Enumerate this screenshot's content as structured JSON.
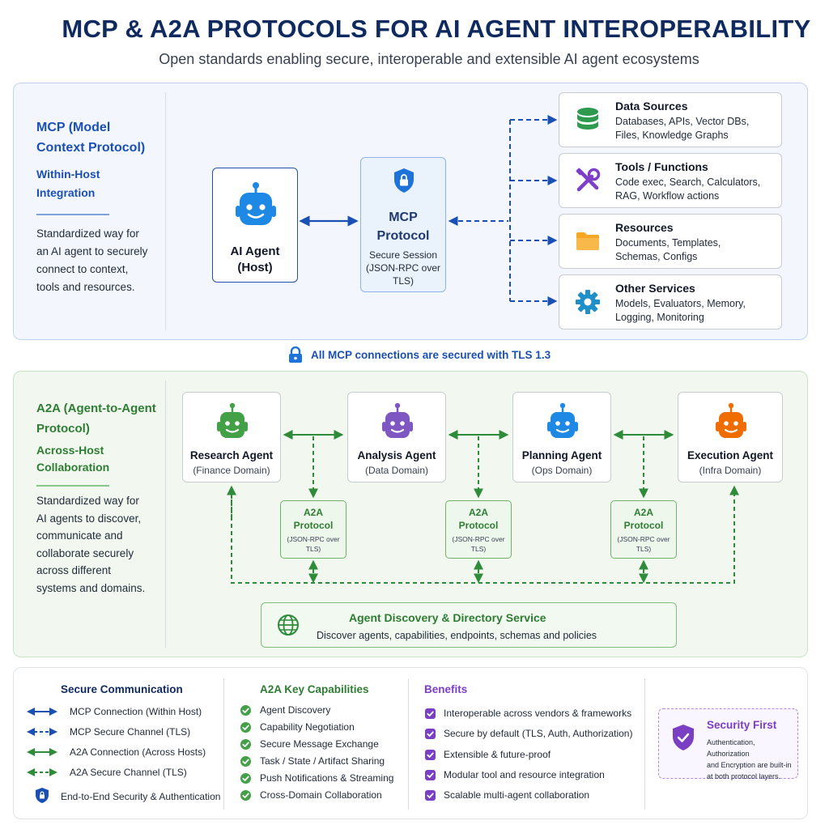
{
  "header": {
    "title": "MCP & A2A PROTOCOLS FOR AI AGENT INTEROPERABILITY",
    "subtitle": "Open standards enabling secure, interoperable and extensible AI agent ecosystems"
  },
  "mcp": {
    "side_title_1": "MCP (Model",
    "side_title_2": "Context Protocol)",
    "side_sub_1": "Within-Host",
    "side_sub_2": "Integration",
    "side_desc": [
      "Standardized way for",
      "an AI agent to securely",
      "connect to context,",
      "tools and resources."
    ],
    "host_name_1": "AI Agent",
    "host_name_2": "(Host)",
    "protocol_name_1": "MCP",
    "protocol_name_2": "Protocol",
    "protocol_desc": [
      "Secure Session",
      "(JSON-RPC over",
      "TLS)"
    ],
    "resources": [
      {
        "title": "Data Sources",
        "desc_1": "Databases, APIs, Vector DBs,",
        "desc_2": "Files, Knowledge Graphs",
        "icon": "database-icon"
      },
      {
        "title": "Tools / Functions",
        "desc_1": "Code exec, Search, Calculators,",
        "desc_2": "RAG, Workflow actions",
        "icon": "tools-icon"
      },
      {
        "title": "Resources",
        "desc_1": "Documents, Templates,",
        "desc_2": "Schemas, Configs",
        "icon": "folder-icon"
      },
      {
        "title": "Other Services",
        "desc_1": "Models, Evaluators, Memory,",
        "desc_2": "Logging, Monitoring",
        "icon": "gear-icon"
      }
    ],
    "tls_note": "All MCP connections are secured with TLS 1.3"
  },
  "a2a": {
    "side_title_1": "A2A (Agent-to-Agent",
    "side_title_2": "Protocol)",
    "side_sub_1": "Across-Host",
    "side_sub_2": "Collaboration",
    "side_desc": [
      "Standardized way for",
      "AI agents to discover,",
      "communicate and",
      "collaborate securely",
      "across different",
      "systems and domains."
    ],
    "agents": [
      {
        "name": "Research Agent",
        "domain": "(Finance Domain)",
        "color": "#43a047"
      },
      {
        "name": "Analysis Agent",
        "domain": "(Data Domain)",
        "color": "#7e57c2"
      },
      {
        "name": "Planning Agent",
        "domain": "(Ops Domain)",
        "color": "#1e88e5"
      },
      {
        "name": "Execution Agent",
        "domain": "(Infra Domain)",
        "color": "#ef6c00"
      }
    ],
    "protocol_title_1": "A2A",
    "protocol_title_2": "Protocol",
    "protocol_sub_1": "(JSON-RPC over",
    "protocol_sub_2": "TLS)",
    "discovery_title": "Agent Discovery & Directory Service",
    "discovery_desc": "Discover agents, capabilities, endpoints, schemas and policies"
  },
  "legend": {
    "comm_title": "Secure Communication",
    "comm_items": [
      "MCP Connection (Within Host)",
      "MCP Secure Channel (TLS)",
      "A2A Connection (Across Hosts)",
      "A2A Secure Channel (TLS)"
    ],
    "e2e": "End-to-End Security & Authentication",
    "cap_title": "A2A Key Capabilities",
    "cap_items": [
      "Agent Discovery",
      "Capability Negotiation",
      "Secure Message Exchange",
      "Task / State / Artifact Sharing",
      "Push Notifications & Streaming",
      "Cross-Domain Collaboration"
    ],
    "ben_title": "Benefits",
    "ben_items": [
      "Interoperable across vendors & frameworks",
      "Secure by default (TLS, Auth, Authorization)",
      "Extensible & future-proof",
      "Modular tool and resource integration",
      "Scalable multi-agent collaboration"
    ],
    "sec_title": "Security First",
    "sec_desc": [
      "Authentication, Authorization",
      "and Encryption are built-in",
      "at both protocol layers."
    ]
  },
  "colors": {
    "mcp_blue": "#1a4fb4",
    "a2a_green": "#2e7d32",
    "benefit_purple": "#7b3fc4"
  }
}
